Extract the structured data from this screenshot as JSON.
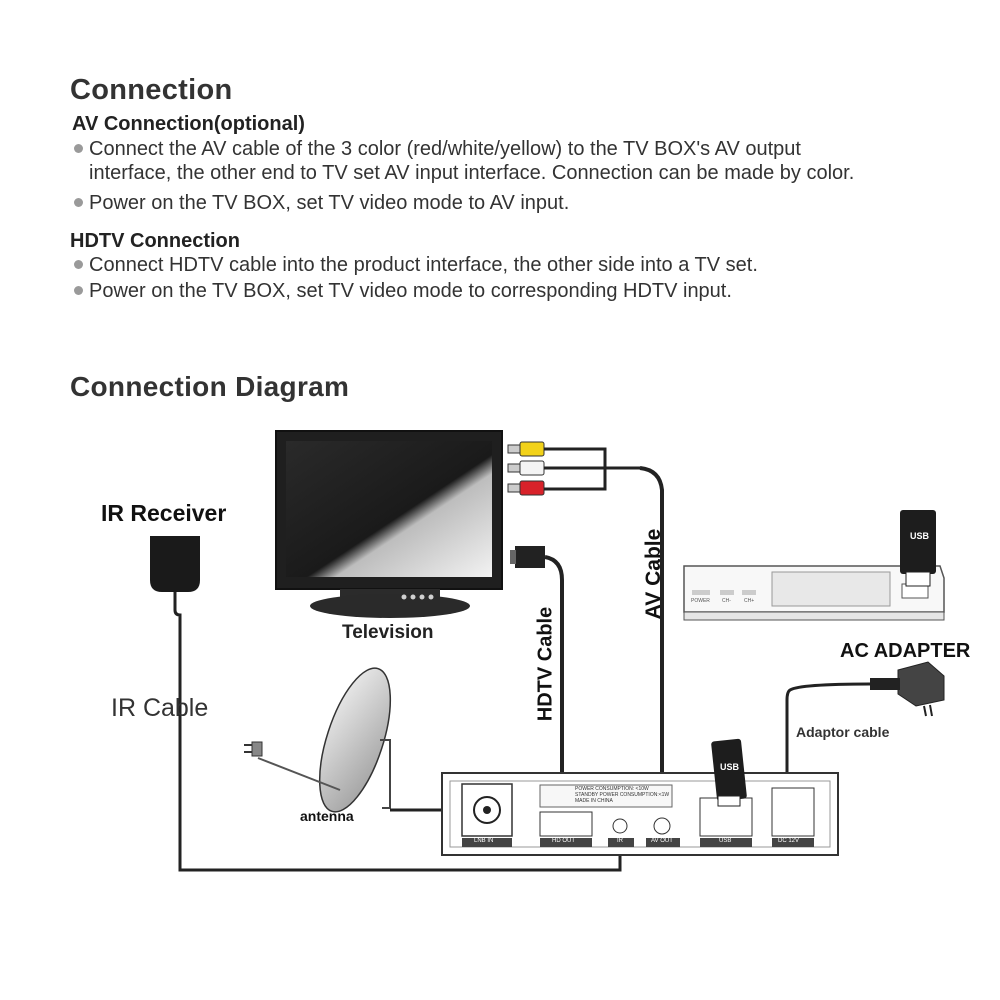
{
  "title": "Connection",
  "av_section": {
    "heading": "AV Connection(optional)",
    "bullet1_line1": "Connect the AV cable of the 3 color (red/white/yellow) to the TV BOX's AV output",
    "bullet1_line2": "interface, the other end to TV set AV input interface. Connection can be made by color.",
    "bullet2": "Power on the TV BOX, set TV video mode to AV input."
  },
  "hdtv_section": {
    "heading": "HDTV Connection",
    "bullet1": "Connect HDTV cable into the product interface, the other side into a TV set.",
    "bullet2": "Power on the TV BOX, set TV video mode to corresponding HDTV input."
  },
  "diagram": {
    "title": "Connection Diagram",
    "ir_receiver": "IR Receiver",
    "ir_cable": "IR Cable",
    "television": "Television",
    "antenna": "antenna",
    "hdtv_cable": "HDTV Cable",
    "av_cable": "AV Cable",
    "ac_adapter": "AC ADAPTER",
    "adaptor_cable": "Adaptor cable",
    "usb": "USB",
    "front_panel": {
      "power": "POWER",
      "ch_minus": "CH-",
      "ch_plus": "CH+"
    },
    "back_panel": {
      "lnb_in": "LNB IN",
      "hd_out": "HD OUT",
      "ir": "IR",
      "av_out": "AV OUT",
      "usb": "USB",
      "dc": "DC 12V",
      "power_consumption_1": "POWER CONSUMPTION: <10W",
      "power_consumption_2": "STANDBY POWER CONSUMPTION:<1W",
      "made_in": "MADE IN CHINA"
    },
    "rca_colors": {
      "yellow": "#f2d21a",
      "white": "#f4f4f4",
      "red": "#d8222a"
    }
  }
}
